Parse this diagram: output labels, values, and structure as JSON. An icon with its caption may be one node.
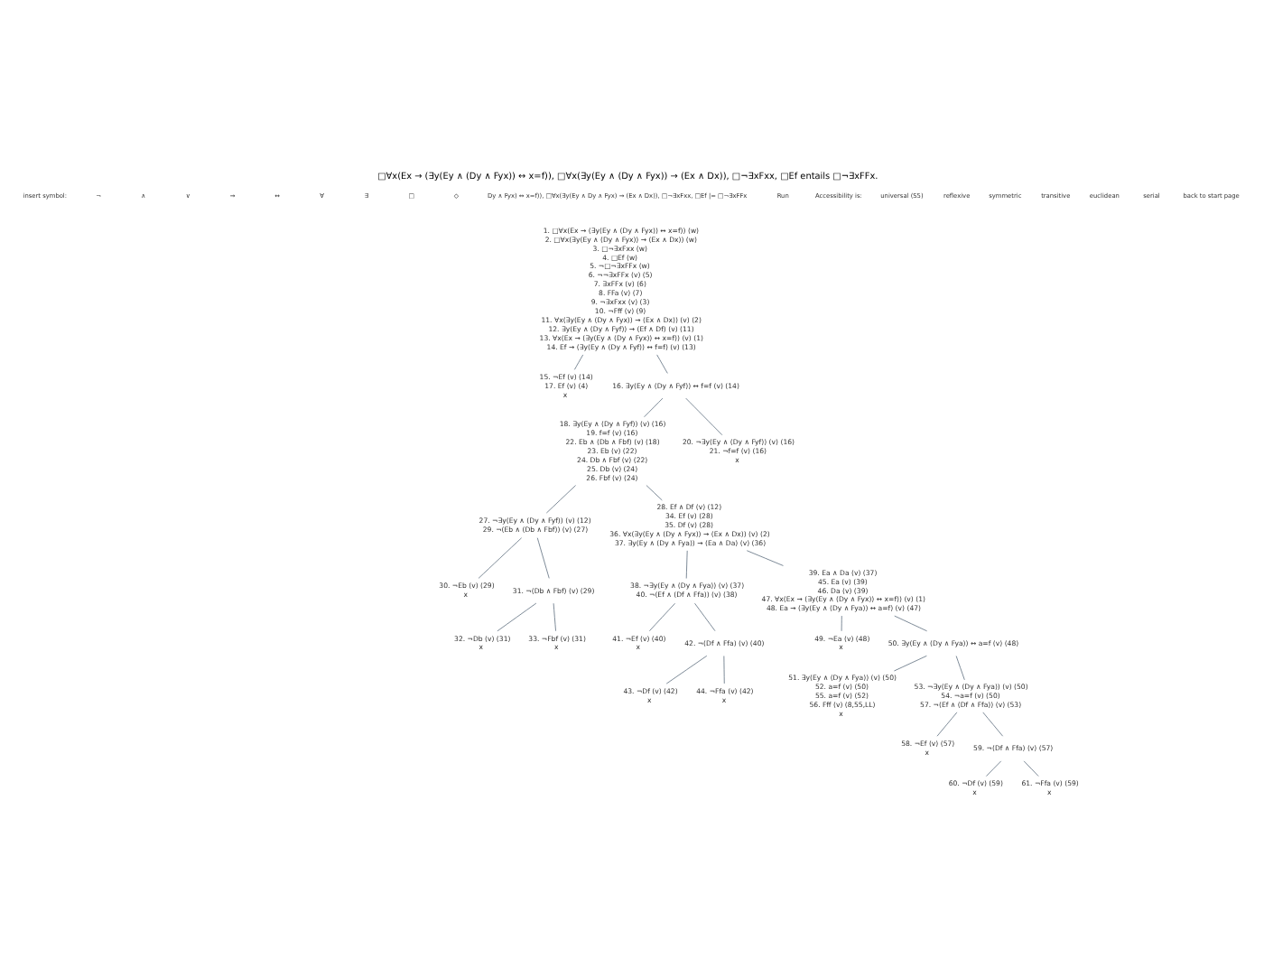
{
  "diagram": {
    "title": "□∀x(Ex → (∃y(Ey ∧ (Dy ∧ Fyx)) ↔ x=f)), □∀x(∃y(Ey ∧ (Dy ∧ Fyx)) → (Ex ∧ Dx)), □¬∃xFxx, □Ef entails □¬∃xFFx.",
    "nodes": [
      {
        "text": [
          "1. □∀x(Ex → (∃y(Ey ∧ (Dy ∧ Fyx)) ↔ x=f)) (w)",
          "2. □∀x(∃y(Ey ∧ (Dy ∧ Fyx)) → (Ex ∧ Dx)) (w)",
          "3. □¬∃xFxx (w)",
          "4. □Ef (w)",
          "5. ¬□¬∃xFFx (w)",
          "6. ¬¬∃xFFx (v) (5)",
          "7. ∃xFFx (v) (6)",
          "8. FFa (v) (7)",
          "9. ¬∃xFxx (v) (3)",
          "10. ¬Fff (v) (9)",
          "11. ∀x(∃y(Ey ∧ (Dy ∧ Fyx)) → (Ex ∧ Dx)) (v) (2)",
          "12. ∃y(Ey ∧ (Dy ∧ Fyf)) → (Ef ∧ Df) (v) (11)",
          "13. ∀x(Ex → (∃y(Ey ∧ (Dy ∧ Fyx)) ↔ x=f)) (v) (1)",
          "14. Ef → (∃y(Ey ∧ (Dy ∧ Fyf)) ↔ f=f) (v) (13)"
        ]
      },
      {
        "text": [
          "15. ¬Ef (v) (14)",
          "17. Ef (v) (4)",
          "x"
        ]
      },
      {
        "text": [
          "16. ∃y(Ey ∧ (Dy ∧ Fyf)) ↔ f=f (v) (14)"
        ]
      },
      {
        "text": [
          "18. ∃y(Ey ∧ (Dy ∧ Fyf)) (v) (16)",
          "19. f=f (v) (16)",
          "22. Eb ∧ (Db ∧ Fbf) (v) (18)",
          "23. Eb (v) (22)",
          "24. Db ∧ Fbf (v) (22)",
          "25. Db (v) (24)",
          "26. Fbf (v) (24)"
        ]
      },
      {
        "text": [
          "20. ¬∃y(Ey ∧ (Dy ∧ Fyf)) (v) (16)",
          "21. ¬f=f (v) (16)",
          "x"
        ]
      },
      {
        "text": [
          "27. ¬∃y(Ey ∧ (Dy ∧ Fyf)) (v) (12)",
          "29. ¬(Eb ∧ (Db ∧ Fbf)) (v) (27)"
        ]
      },
      {
        "text": [
          "30. ¬Eb (v) (29)",
          "x"
        ]
      },
      {
        "text": [
          "31. ¬(Db ∧ Fbf) (v) (29)"
        ]
      },
      {
        "text": [
          "32. ¬Db (v) (31)",
          "x"
        ]
      },
      {
        "text": [
          "33. ¬Fbf (v) (31)",
          "x"
        ]
      },
      {
        "text": [
          "28. Ef ∧ Df (v) (12)",
          "34. Ef (v) (28)",
          "35. Df (v) (28)",
          "36. ∀x(∃y(Ey ∧ (Dy ∧ Fyx)) → (Ex ∧ Dx)) (v) (2)",
          "37. ∃y(Ey ∧ (Dy ∧ Fya)) → (Ea ∧ Da) (v) (36)"
        ]
      },
      {
        "text": [
          "38. ¬∃y(Ey ∧ (Dy ∧ Fya)) (v) (37)",
          "40. ¬(Ef ∧ (Df ∧ Ffa)) (v) (38)"
        ]
      },
      {
        "text": [
          "41. ¬Ef (v) (40)",
          "x"
        ]
      },
      {
        "text": [
          "42. ¬(Df ∧ Ffa) (v) (40)"
        ]
      },
      {
        "text": [
          "43. ¬Df (v) (42)",
          "x"
        ]
      },
      {
        "text": [
          "44. ¬Ffa (v) (42)",
          "x"
        ]
      },
      {
        "text": [
          "39. Ea ∧ Da (v) (37)",
          "45. Ea (v) (39)",
          "46. Da (v) (39)",
          "47. ∀x(Ex → (∃y(Ey ∧ (Dy ∧ Fyx)) ↔ x=f)) (v) (1)",
          "48. Ea → (∃y(Ey ∧ (Dy ∧ Fya)) ↔ a=f) (v) (47)"
        ]
      },
      {
        "text": [
          "49. ¬Ea (v) (48)",
          "x"
        ]
      },
      {
        "text": [
          "50. ∃y(Ey ∧ (Dy ∧ Fya)) ↔ a=f (v) (48)"
        ]
      },
      {
        "text": [
          "51. ∃y(Ey ∧ (Dy ∧ Fya)) (v) (50)",
          "52. a=f (v) (50)",
          "55. a=f (v) (52)",
          "56. Fff (v) (8,55,LL)",
          "x"
        ]
      },
      {
        "text": [
          "53. ¬∃y(Ey ∧ (Dy ∧ Fya)) (v) (50)",
          "54. ¬a=f (v) (50)",
          "57. ¬(Ef ∧ (Df ∧ Ffa)) (v) (53)"
        ]
      },
      {
        "text": [
          "58. ¬Ef (v) (57)",
          "x"
        ]
      },
      {
        "text": [
          "59. ¬(Df ∧ Ffa) (v) (57)"
        ]
      },
      {
        "text": [
          "60. ¬Df (v) (59)",
          "x"
        ]
      },
      {
        "text": [
          "61. ¬Ffa (v) (59)",
          "x"
        ]
      }
    ],
    "edges": [
      {
        "from": 0,
        "to": 1,
        "arrow": "none"
      },
      {
        "from": 0,
        "to": 2,
        "arrow": "none"
      },
      {
        "from": 2,
        "to": 3,
        "arrow": "none"
      },
      {
        "from": 2,
        "to": 4,
        "arrow": "none"
      },
      {
        "from": 3,
        "to": 5,
        "arrow": "none"
      },
      {
        "from": 3,
        "to": 10,
        "arrow": "none"
      },
      {
        "from": 5,
        "to": 6,
        "arrow": "none"
      },
      {
        "from": 5,
        "to": 7,
        "arrow": "none"
      },
      {
        "from": 7,
        "to": 8,
        "arrow": "none"
      },
      {
        "from": 7,
        "to": 9,
        "arrow": "none"
      },
      {
        "from": 10,
        "to": 11,
        "arrow": "none"
      },
      {
        "from": 10,
        "to": 16,
        "arrow": "none"
      },
      {
        "from": 11,
        "to": 12,
        "arrow": "none"
      },
      {
        "from": 11,
        "to": 13,
        "arrow": "none"
      },
      {
        "from": 13,
        "to": 14,
        "arrow": "none"
      },
      {
        "from": 13,
        "to": 15,
        "arrow": "none"
      },
      {
        "from": 16,
        "to": 17,
        "arrow": "none"
      },
      {
        "from": 16,
        "to": 18,
        "arrow": "none"
      },
      {
        "from": 18,
        "to": 19,
        "arrow": "none"
      },
      {
        "from": 18,
        "to": 20,
        "arrow": "none"
      },
      {
        "from": 20,
        "to": 21,
        "arrow": "none"
      },
      {
        "from": 20,
        "to": 22,
        "arrow": "none"
      },
      {
        "from": 22,
        "to": 23,
        "arrow": "none"
      },
      {
        "from": 22,
        "to": 24,
        "arrow": "none"
      }
    ],
    "labels": [
      "insert symbol:",
      "¬",
      "∧",
      "∨",
      "→",
      "↔",
      "∀",
      "∃",
      "□",
      "◇",
      "Dy ∧ Fyx) ↔ x=f)), □∀x(∃y(Ey ∧ Dy ∧ Fyx) → (Ex ∧ Dx)), □¬∃xFxx, □Ef |= □¬∃xFFx",
      "Run",
      "Accessibility is:",
      "universal (S5)",
      "reflexive",
      "symmetric",
      "transitive",
      "euclidean",
      "serial",
      "back to start page"
    ]
  }
}
